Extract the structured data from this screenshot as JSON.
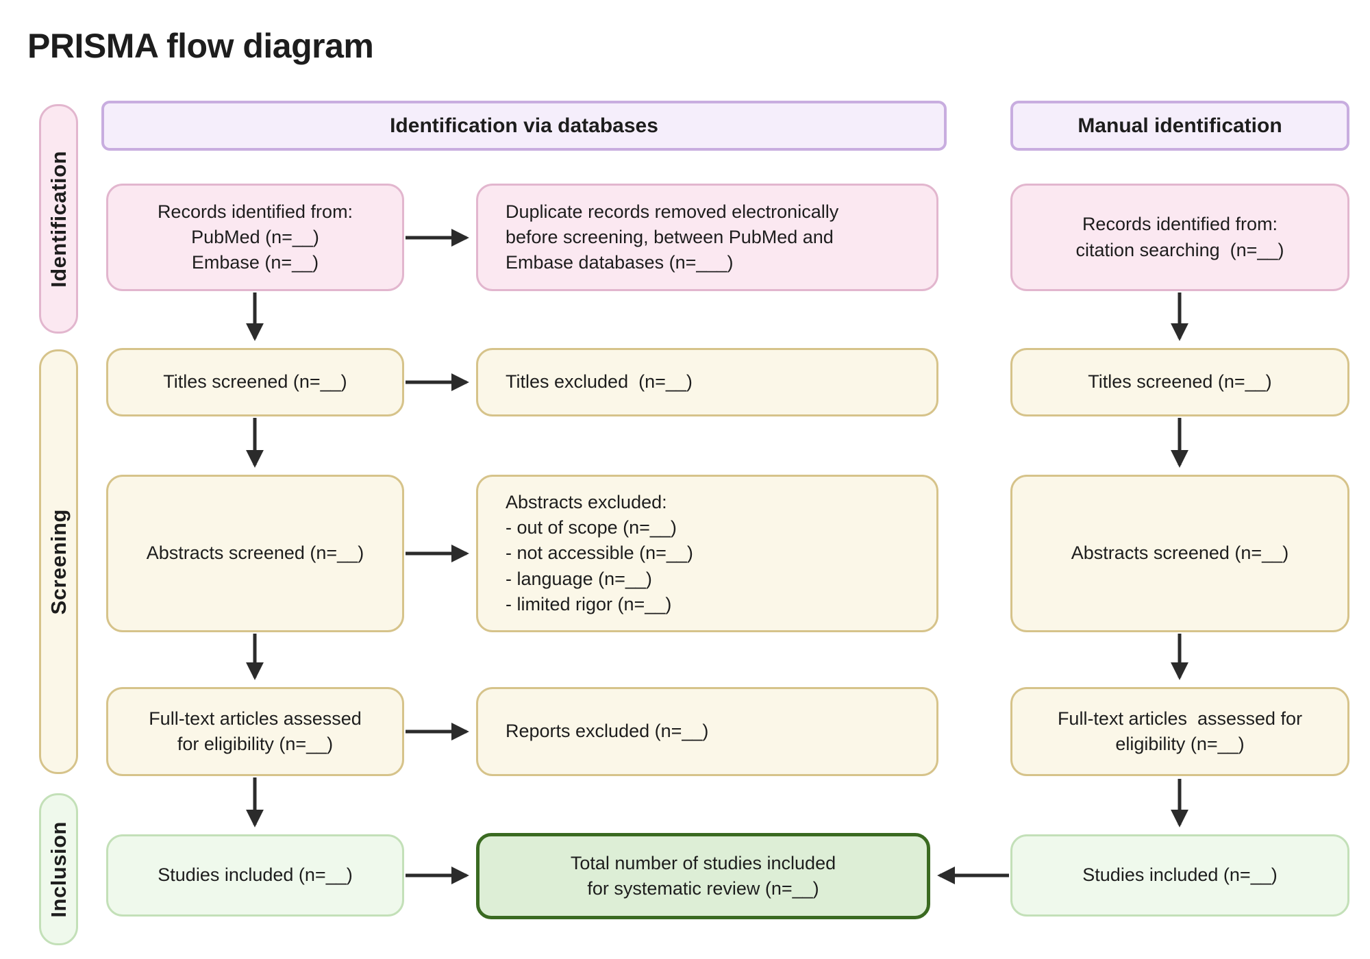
{
  "title": "PRISMA flow diagram",
  "sidebar": {
    "identification": "Identification",
    "screening": "Screening",
    "inclusion": "Inclusion"
  },
  "headers": {
    "databases": "Identification via databases",
    "manual": "Manual identification"
  },
  "boxes": {
    "db_records": {
      "lines": [
        "Records identified from:",
        "PubMed (n=__)",
        "Embase (n=__)"
      ]
    },
    "duplicates_removed": {
      "lines": [
        "Duplicate records removed electronically",
        "before screening, between PubMed and",
        "Embase databases (n=___)"
      ]
    },
    "manual_records": {
      "lines": [
        "Records identified from:",
        "citation searching  (n=__)"
      ]
    },
    "db_titles_screened": {
      "text": "Titles screened (n=__)"
    },
    "titles_excluded": {
      "text": "Titles excluded  (n=__)"
    },
    "manual_titles_screened": {
      "text": "Titles screened (n=__)"
    },
    "db_abstracts_screened": {
      "text": "Abstracts screened (n=__)"
    },
    "abstracts_excluded": {
      "lines": [
        "Abstracts excluded:",
        "- out of scope (n=__)",
        "- not accessible (n=__)",
        "- language (n=__)",
        "- limited rigor (n=__)"
      ]
    },
    "manual_abstracts_screened": {
      "text": "Abstracts screened (n=__)"
    },
    "db_fulltext": {
      "lines": [
        "Full-text articles assessed",
        "for eligibility (n=__)"
      ]
    },
    "reports_excluded": {
      "text": "Reports excluded (n=__)"
    },
    "manual_fulltext": {
      "lines": [
        "Full-text articles  assessed for",
        "eligibility (n=__)"
      ]
    },
    "db_studies_included": {
      "text": "Studies included (n=__)"
    },
    "total_included": {
      "lines": [
        "Total number of studies included",
        "for systematic review (n=__)"
      ]
    },
    "manual_studies_included": {
      "text": "Studies included (n=__)"
    }
  },
  "colors": {
    "text": "#1d1d1d",
    "arrow": "#2b2b2b",
    "pink_fill": "#fbe8f1",
    "pink_border": "#e2b6ce",
    "lavender_fill": "#f5eefb",
    "lavender_border": "#c8addf",
    "cream_fill": "#fbf7e8",
    "cream_border": "#d6c38a",
    "green_fill": "#eff9ec",
    "green_border": "#c3e0b8",
    "total_fill": "#ddeed6",
    "total_border": "#3a6a21"
  }
}
